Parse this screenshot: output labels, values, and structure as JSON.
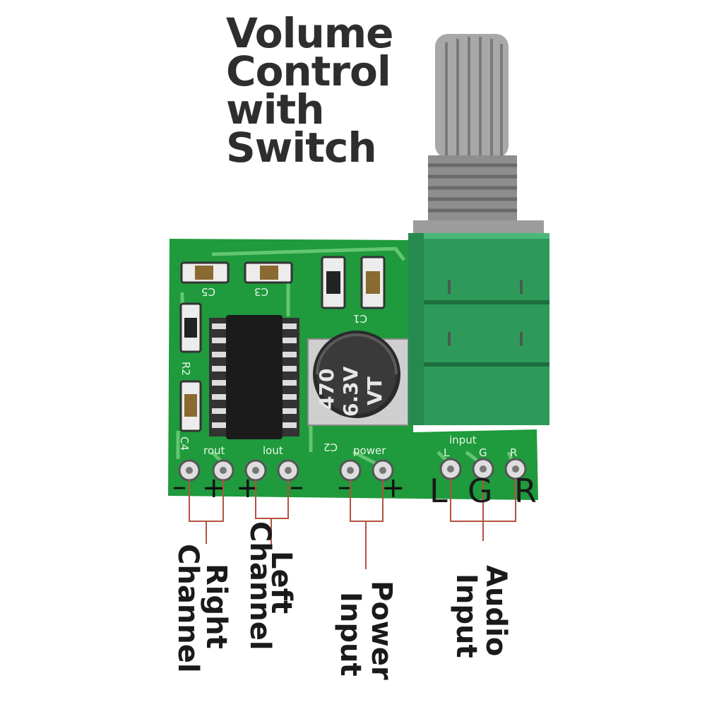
{
  "title": [
    "Volume",
    "Control",
    "with",
    "Switch"
  ],
  "capacitor": {
    "line1": "470",
    "line2": "6.3V",
    "line3": "VT"
  },
  "silkscreen": {
    "c5": "C5",
    "c3": "C3",
    "c1": "C1",
    "r2": "R2",
    "c4": "C4",
    "c2": "C2",
    "rout": "rout",
    "lout": "lout",
    "power": "power",
    "input": "input",
    "pin_l": "L",
    "pin_g": "G",
    "pin_r": "R"
  },
  "polarity": [
    "–",
    "+",
    "+",
    "–",
    "–",
    "+"
  ],
  "pin_letters": [
    "L",
    "G",
    "R"
  ],
  "labels": {
    "right_channel": [
      "Right",
      "Channel"
    ],
    "left_channel": [
      "Left",
      "Channel"
    ],
    "power_input": [
      "Power",
      "Input"
    ],
    "audio_input": [
      "Audio",
      "Input"
    ]
  },
  "colors": {
    "pcb": "#1f9a3c",
    "trace": "#6fcf7a",
    "pot_body": "#2e9a5a",
    "callout_line": "#b5523f"
  }
}
